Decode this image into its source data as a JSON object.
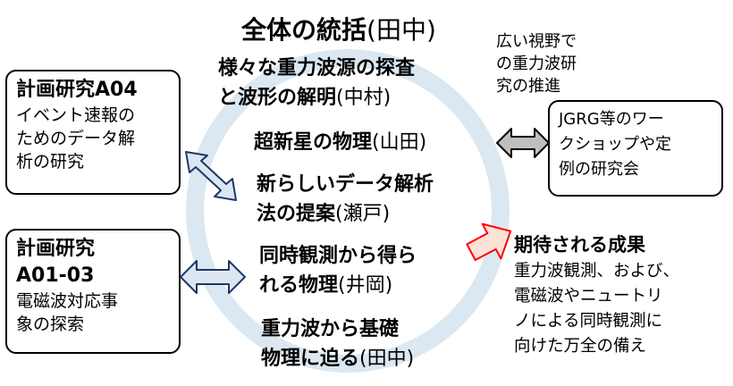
{
  "center": {
    "title_bold": "全体の統括",
    "title_rest": "(田中)"
  },
  "topics": [
    {
      "lines_bold": [
        "様々な重力波源の探査",
        "と波形の解明"
      ],
      "person": "(中村)"
    },
    {
      "lines_bold": [
        "超新星の物理"
      ],
      "person": "(山田)"
    },
    {
      "lines_bold": [
        "新らしいデータ解析",
        "法の提案"
      ],
      "person": "(瀬戸)"
    },
    {
      "lines_bold": [
        "同時観測から得ら",
        "れる物理"
      ],
      "person": "(井岡)"
    },
    {
      "lines_bold": [
        "重力波から基礎",
        "物理に迫る"
      ],
      "person": "(田中)"
    }
  ],
  "box_a04": {
    "title": "計画研究A04",
    "lines": [
      "イベント速報の",
      "ためのデータ解",
      "析の研究"
    ]
  },
  "box_a01": {
    "title_lines": [
      "計画研究",
      "A01-03"
    ],
    "lines": [
      "電磁波対応事",
      "象の探索"
    ]
  },
  "box_jgrg": {
    "lines": [
      "JGRG等のワー",
      "クショップや定",
      "例の研究会"
    ]
  },
  "vision": {
    "lines": [
      "広い視野で",
      "の重力波研",
      "究の推進"
    ]
  },
  "outcome": {
    "title": "期待される成果",
    "lines": [
      "重力波観測、および、",
      "電磁波やニュートリ",
      "ノによる同時観測に",
      "向けた万全の備え"
    ]
  },
  "colors": {
    "ring": "#dbe8f1",
    "arrow_blue_fill": "#dce6f2",
    "arrow_blue_stroke": "#1f3864",
    "arrow_gray_fill": "#bfbfbf",
    "arrow_red_fill": "#fde2d8",
    "arrow_red_stroke": "#ff0000"
  }
}
